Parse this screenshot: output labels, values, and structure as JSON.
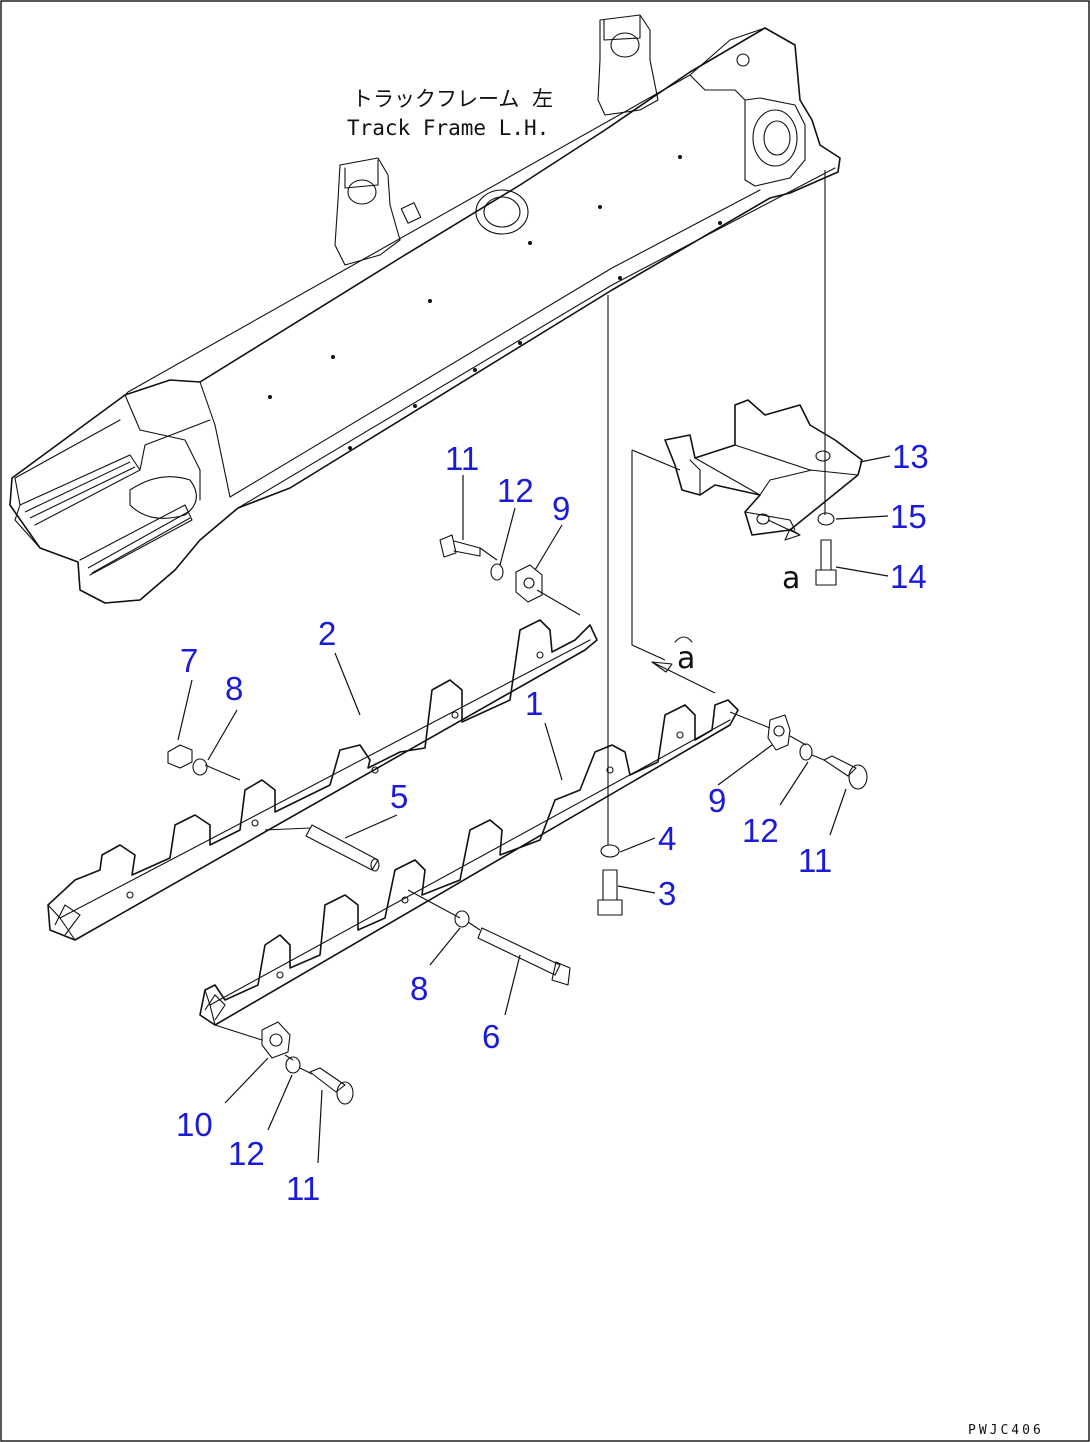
{
  "caption": {
    "line1": "トラックフレーム 左",
    "line2": "Track Frame L.H."
  },
  "ref_letters": [
    "a",
    "a"
  ],
  "drawing_code": "PWJC406",
  "callouts": [
    "11",
    "12",
    "9",
    "13",
    "15",
    "14",
    "2",
    "1",
    "7",
    "8",
    "5",
    "9",
    "12",
    "11",
    "4",
    "3",
    "8",
    "6",
    "10",
    "12",
    "11"
  ]
}
